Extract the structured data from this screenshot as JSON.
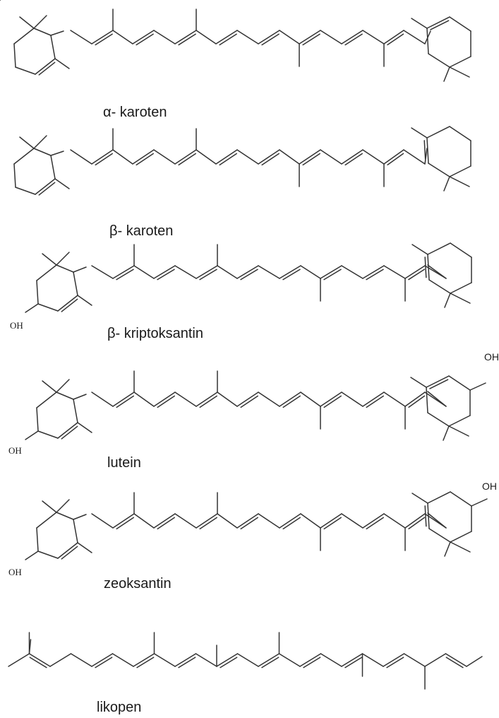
{
  "compounds": [
    {
      "id": "alpha-carotene",
      "label": "α- karoten"
    },
    {
      "id": "beta-carotene",
      "label": "β- karoten"
    },
    {
      "id": "beta-cryptoxanthin",
      "label": "β- kriptoksantin"
    },
    {
      "id": "lutein",
      "label": "lutein"
    },
    {
      "id": "zeaxanthin",
      "label": "zeoksantin"
    },
    {
      "id": "lycopene",
      "label": "likopen"
    }
  ],
  "hydroxyl": "OH",
  "colors": {
    "bond": "#333333",
    "text": "#1a1a1a"
  }
}
